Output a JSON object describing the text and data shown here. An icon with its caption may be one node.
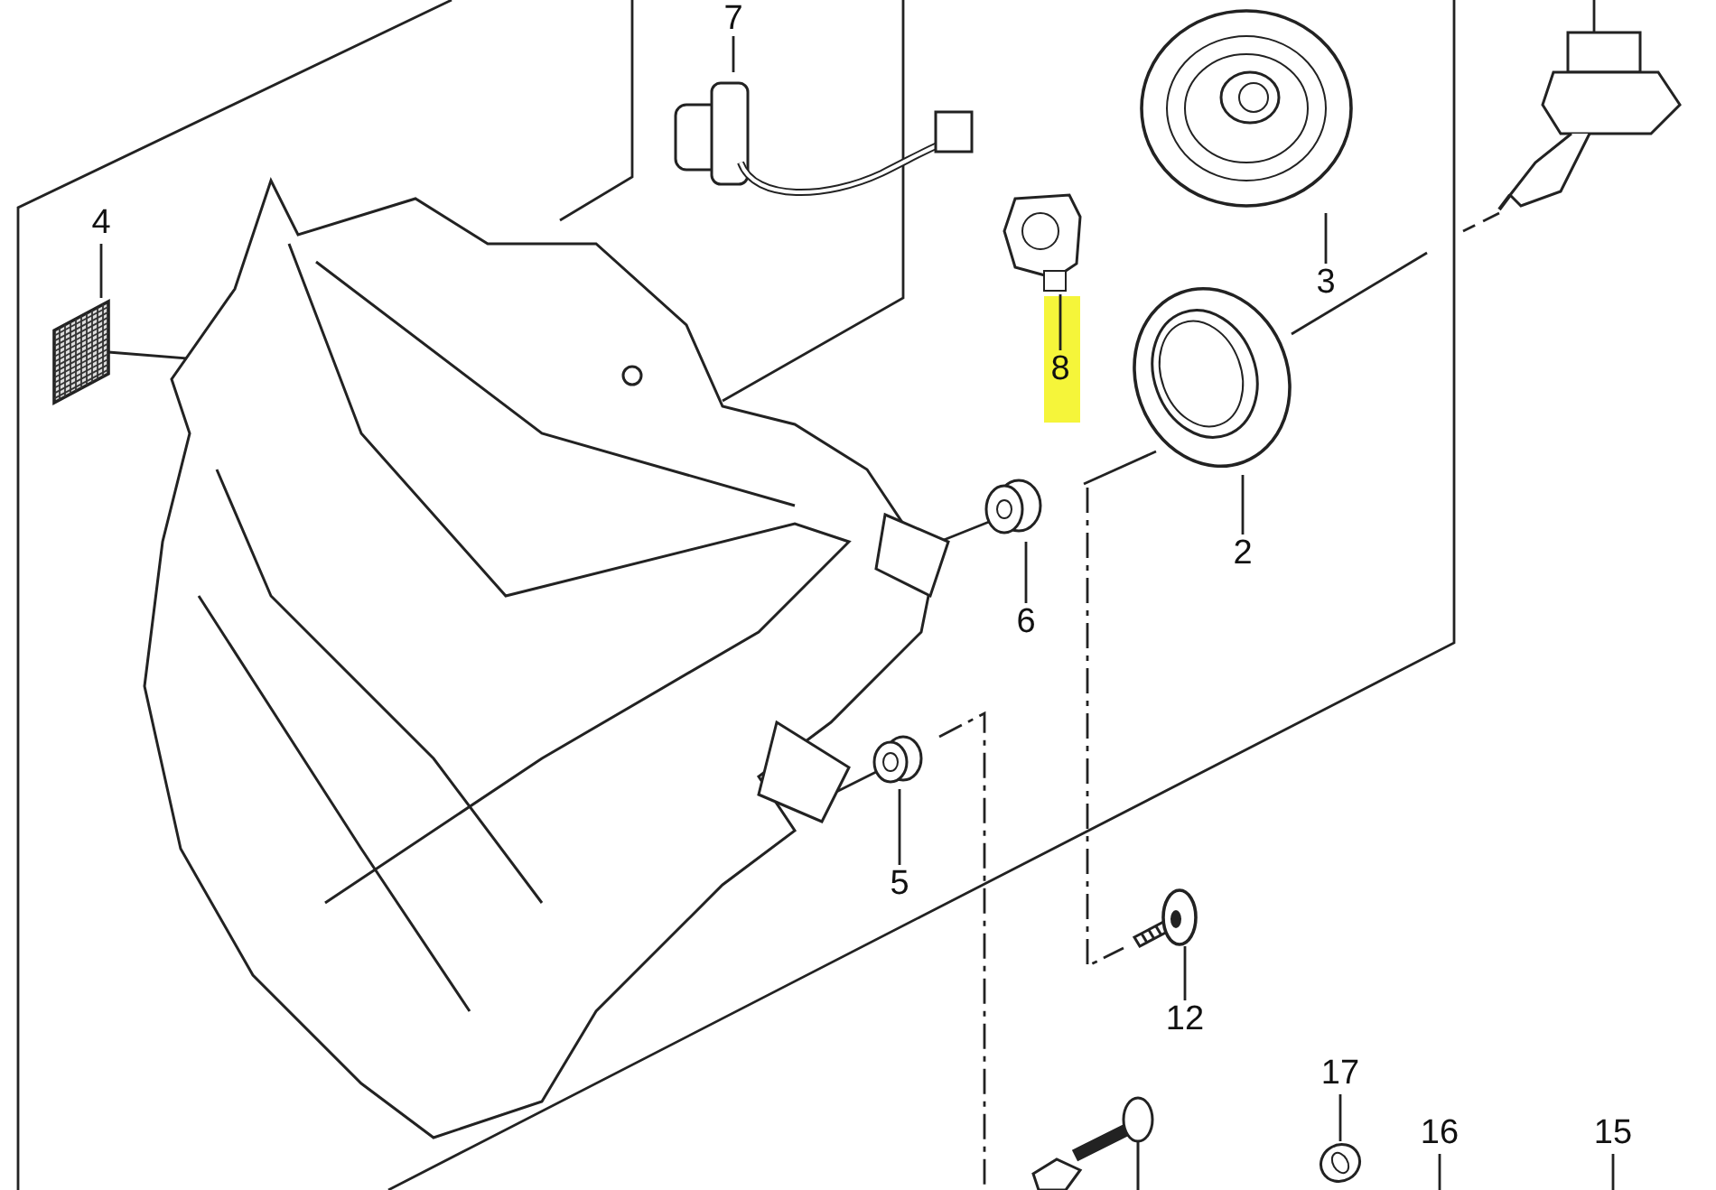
{
  "diagram": {
    "nodes": [
      {
        "text": [
          "4"
        ]
      },
      {
        "text": [],
        "shape": "picture"
      },
      {
        "text": [
          "7"
        ]
      },
      {
        "text": [],
        "shape": "picture"
      },
      {
        "text": [],
        "shape": "picture"
      },
      {
        "text": [
          "3"
        ]
      },
      {
        "text": [],
        "shape": "picture"
      },
      {
        "text": [
          "8"
        ]
      },
      {
        "text": [],
        "shape": "picture"
      },
      {
        "text": [
          "2"
        ]
      },
      {
        "text": [],
        "shape": "picture"
      },
      {
        "text": [
          "6"
        ]
      },
      {
        "text": [],
        "shape": "picture"
      },
      {
        "text": [
          "5"
        ]
      },
      {
        "text": [],
        "shape": "picture"
      },
      {
        "text": [
          "12"
        ]
      },
      {
        "text": [
          "17"
        ]
      },
      {
        "text": [],
        "shape": "picture"
      },
      {
        "text": [
          "16"
        ]
      },
      {
        "text": [
          "15"
        ]
      },
      {
        "text": [],
        "shape": "picture"
      }
    ],
    "edges": [
      {
        "from": 0,
        "to": 1,
        "arrow": "none"
      },
      {
        "from": 2,
        "to": 3,
        "arrow": "none"
      },
      {
        "from": 5,
        "to": 4,
        "arrow": "none"
      },
      {
        "from": 7,
        "to": 6,
        "arrow": "none"
      },
      {
        "from": 9,
        "to": 8,
        "arrow": "none"
      },
      {
        "from": 11,
        "to": 10,
        "arrow": "none"
      },
      {
        "from": 13,
        "to": 12,
        "arrow": "none"
      },
      {
        "from": 15,
        "to": 14,
        "arrow": "none"
      },
      {
        "from": 16,
        "to": 17,
        "arrow": "none"
      },
      {
        "from": 18,
        "to": null,
        "arrow": "none"
      },
      {
        "from": 19,
        "to": null,
        "arrow": "none"
      },
      {
        "from": 20,
        "to": null,
        "arrow": "none"
      }
    ]
  }
}
